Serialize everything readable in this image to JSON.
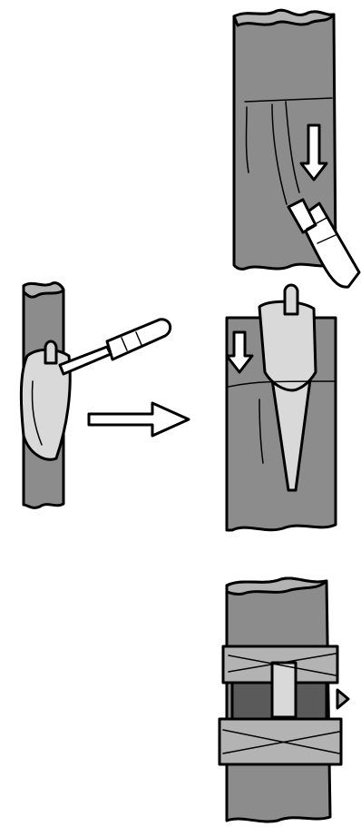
{
  "figure": {
    "description_panels": [
      "splice-overview",
      "insert-graft",
      "fit-graft",
      "wrap-graft"
    ],
    "colors": {
      "bark": "#8c8c8c",
      "bark_light": "#b3b3b3",
      "wood_light": "#d9d9d9",
      "wrap_dark": "#5a5a5a",
      "ink": "#000000",
      "arrow_fill": "#ffffff"
    }
  }
}
